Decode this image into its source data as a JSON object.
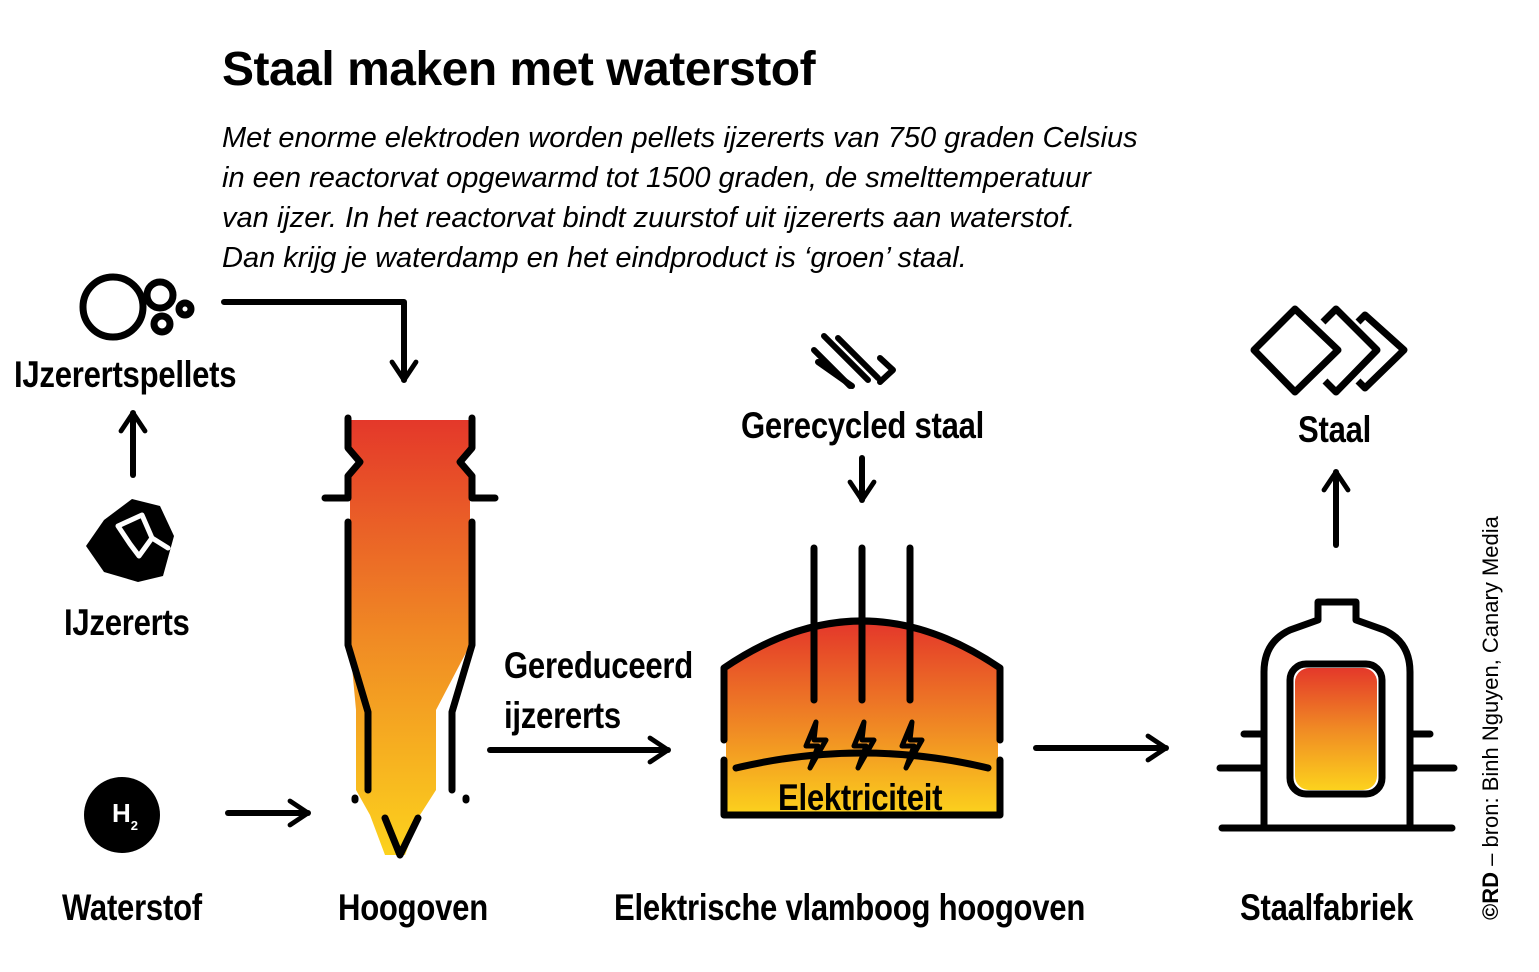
{
  "header": {
    "title": "Staal maken met waterstof",
    "intro": [
      "Met enorme elektroden worden pellets ijzererts van 750 graden Celsius",
      "in een reactorvat opgewarmd tot 1500 graden, de smelttemperatuur",
      "van ijzer. In het reactorvat bindt zuurstof uit ijzererts aan waterstof.",
      "Dan krijg je waterdamp en het eindproduct is ‘groen’ staal."
    ]
  },
  "labels": {
    "pellets": "IJzerertspellets",
    "ore": "IJzererts",
    "hydrogen": "Waterstof",
    "hydrogen_symbol": "H",
    "hydrogen_subscript": "2",
    "blast_furnace": "Hoogoven",
    "reduced_ore_line1": "Gereduceerd",
    "reduced_ore_line2": "ijzererts",
    "recycled_steel": "Gerecycled staal",
    "electricity": "Elektriciteit",
    "arc_furnace": "Elektrische vlamboog hoogoven",
    "steel": "Staal",
    "steel_factory": "Staalfabriek"
  },
  "credit": {
    "copyright": "©RD",
    "source": " – bron: Binh Nguyen, Canary Media"
  },
  "colors": {
    "heat_top": "#e4382a",
    "heat_mid": "#f08a24",
    "heat_bottom": "#fcd21d",
    "stroke": "#000000"
  },
  "icons": [
    "pellets-icon",
    "ore-icon",
    "hydrogen-icon",
    "recycled-steel-icon",
    "lightning-icon",
    "steel-plates-icon"
  ]
}
